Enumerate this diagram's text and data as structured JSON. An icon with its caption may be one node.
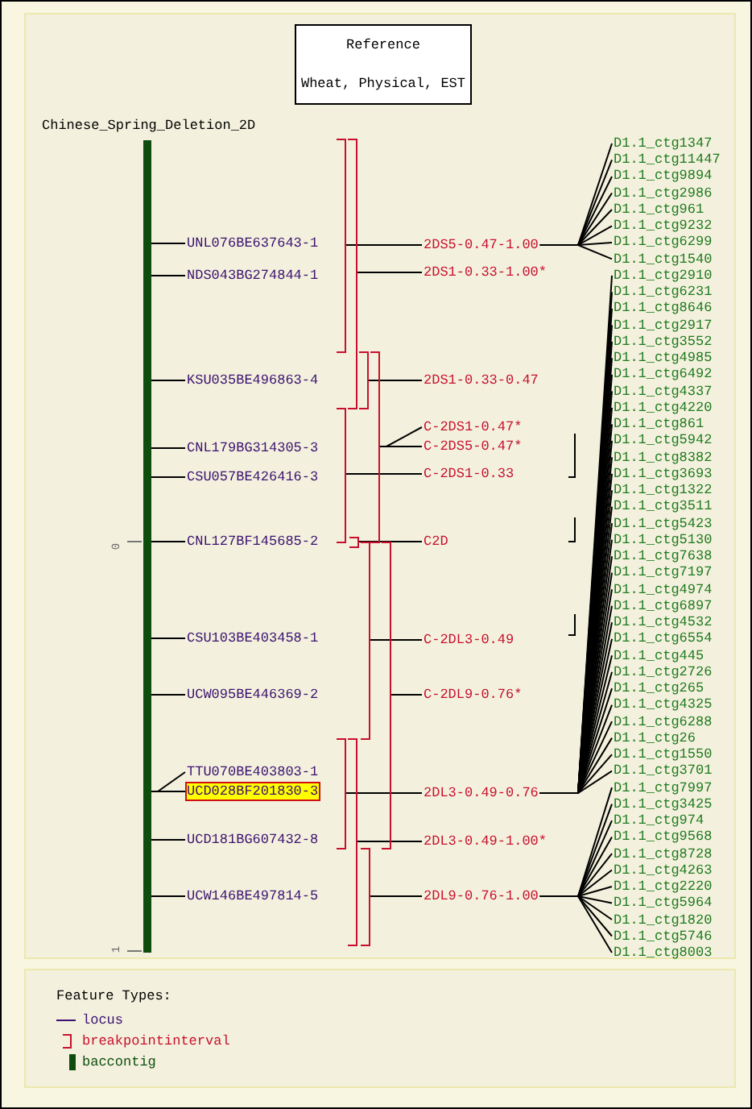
{
  "diagram": {
    "nodes": [
      {
        "text": [
          "Reference",
          "Wheat, Physical, EST"
        ]
      },
      {
        "text": [],
        "shape": "bar",
        "beside": [
          "Chinese_Spring_Deletion_2D"
        ]
      },
      {
        "text": [
          "UNL076BE637643-1"
        ]
      },
      {
        "text": [
          "NDS043BG274844-1"
        ]
      },
      {
        "text": [
          "KSU035BE496863-4"
        ]
      },
      {
        "text": [
          "CNL179BG314305-3"
        ]
      },
      {
        "text": [
          "CSU057BE426416-3"
        ]
      },
      {
        "text": [
          "CNL127BF145685-2"
        ]
      },
      {
        "text": [
          "CSU103BE403458-1"
        ]
      },
      {
        "text": [
          "UCW095BE446369-2"
        ]
      },
      {
        "text": [
          "TTU070BE403803-1"
        ]
      },
      {
        "text": [
          "UCD028BF201830-3"
        ]
      },
      {
        "text": [
          "UCD181BG607432-8"
        ]
      },
      {
        "text": [
          "UCW146BE497814-5"
        ]
      },
      {
        "text": [
          "2DS5-0.47-1.00"
        ]
      },
      {
        "text": [
          "2DS1-0.33-1.00*"
        ]
      },
      {
        "text": [
          "2DS1-0.33-0.47"
        ]
      },
      {
        "text": [
          "C-2DS1-0.47*"
        ]
      },
      {
        "text": [
          "C-2DS5-0.47*"
        ]
      },
      {
        "text": [
          "C-2DS1-0.33"
        ]
      },
      {
        "text": [
          "C2D"
        ]
      },
      {
        "text": [
          "C-2DL3-0.49"
        ]
      },
      {
        "text": [
          "C-2DL9-0.76*"
        ]
      },
      {
        "text": [
          "2DL3-0.49-0.76"
        ]
      },
      {
        "text": [
          "2DL3-0.49-1.00*"
        ]
      },
      {
        "text": [
          "2DL9-0.76-1.00"
        ]
      },
      {
        "text": [
          "D1.1_ctg1347"
        ]
      },
      {
        "text": [
          "D1.1_ctg11447"
        ]
      },
      {
        "text": [
          "D1.1_ctg9894"
        ]
      },
      {
        "text": [
          "D1.1_ctg2986"
        ]
      },
      {
        "text": [
          "D1.1_ctg961"
        ]
      },
      {
        "text": [
          "D1.1_ctg9232"
        ]
      },
      {
        "text": [
          "D1.1_ctg6299"
        ]
      },
      {
        "text": [
          "D1.1_ctg1540"
        ]
      },
      {
        "text": [
          "D1.1_ctg2910"
        ]
      },
      {
        "text": [
          "D1.1_ctg6231"
        ]
      },
      {
        "text": [
          "D1.1_ctg8646"
        ]
      },
      {
        "text": [
          "D1.1_ctg2917"
        ]
      },
      {
        "text": [
          "D1.1_ctg3552"
        ]
      },
      {
        "text": [
          "D1.1_ctg4985"
        ]
      },
      {
        "text": [
          "D1.1_ctg6492"
        ]
      },
      {
        "text": [
          "D1.1_ctg4337"
        ]
      },
      {
        "text": [
          "D1.1_ctg4220"
        ]
      },
      {
        "text": [
          "D1.1_ctg861"
        ]
      },
      {
        "text": [
          "D1.1_ctg5942"
        ]
      },
      {
        "text": [
          "D1.1_ctg8382"
        ]
      },
      {
        "text": [
          "D1.1_ctg3693"
        ]
      },
      {
        "text": [
          "D1.1_ctg1322"
        ]
      },
      {
        "text": [
          "D1.1_ctg3511"
        ]
      },
      {
        "text": [
          "D1.1_ctg5423"
        ]
      },
      {
        "text": [
          "D1.1_ctg5130"
        ]
      },
      {
        "text": [
          "D1.1_ctg7638"
        ]
      },
      {
        "text": [
          "D1.1_ctg7197"
        ]
      },
      {
        "text": [
          "D1.1_ctg4974"
        ]
      },
      {
        "text": [
          "D1.1_ctg6897"
        ]
      },
      {
        "text": [
          "D1.1_ctg4532"
        ]
      },
      {
        "text": [
          "D1.1_ctg6554"
        ]
      },
      {
        "text": [
          "D1.1_ctg445"
        ]
      },
      {
        "text": [
          "D1.1_ctg2726"
        ]
      },
      {
        "text": [
          "D1.1_ctg265"
        ]
      },
      {
        "text": [
          "D1.1_ctg4325"
        ]
      },
      {
        "text": [
          "D1.1_ctg6288"
        ]
      },
      {
        "text": [
          "D1.1_ctg26"
        ]
      },
      {
        "text": [
          "D1.1_ctg1550"
        ]
      },
      {
        "text": [
          "D1.1_ctg3701"
        ]
      },
      {
        "text": [
          "D1.1_ctg7997"
        ]
      },
      {
        "text": [
          "D1.1_ctg3425"
        ]
      },
      {
        "text": [
          "D1.1_ctg974"
        ]
      },
      {
        "text": [
          "D1.1_ctg9568"
        ]
      },
      {
        "text": [
          "D1.1_ctg8728"
        ]
      },
      {
        "text": [
          "D1.1_ctg4263"
        ]
      },
      {
        "text": [
          "D1.1_ctg2220"
        ]
      },
      {
        "text": [
          "D1.1_ctg5964"
        ]
      },
      {
        "text": [
          "D1.1_ctg1820"
        ]
      },
      {
        "text": [
          "D1.1_ctg5746"
        ]
      },
      {
        "text": [
          "D1.1_ctg8003"
        ]
      },
      {
        "text": [],
        "shape": "bracket"
      },
      {
        "text": [],
        "shape": "bracket"
      },
      {
        "text": [],
        "shape": "bracket"
      },
      {
        "text": [],
        "shape": "bracket"
      },
      {
        "text": [],
        "shape": "bracket"
      },
      {
        "text": [],
        "shape": "bracket"
      },
      {
        "text": [],
        "shape": "bracket"
      },
      {
        "text": [],
        "shape": "bracket"
      },
      {
        "text": [],
        "shape": "bracket"
      },
      {
        "text": [],
        "shape": "bracket"
      },
      {
        "text": [],
        "shape": "bracket"
      }
    ],
    "edges": [
      {
        "from": 2,
        "to": 1,
        "arrow": "none"
      },
      {
        "from": 3,
        "to": 1,
        "arrow": "none"
      },
      {
        "from": 4,
        "to": 1,
        "arrow": "none"
      },
      {
        "from": 5,
        "to": 1,
        "arrow": "none"
      },
      {
        "from": 6,
        "to": 1,
        "arrow": "none"
      },
      {
        "from": 7,
        "to": 1,
        "arrow": "none"
      },
      {
        "from": 8,
        "to": 1,
        "arrow": "none"
      },
      {
        "from": 9,
        "to": 1,
        "arrow": "none"
      },
      {
        "from": 10,
        "to": 1,
        "arrow": "none"
      },
      {
        "from": 11,
        "to": 1,
        "arrow": "none"
      },
      {
        "from": 12,
        "to": 1,
        "arrow": "none"
      },
      {
        "from": 13,
        "to": 1,
        "arrow": "none"
      },
      {
        "from": 14,
        "to": 76,
        "arrow": "none"
      },
      {
        "from": 15,
        "to": 77,
        "arrow": "none"
      },
      {
        "from": 16,
        "to": 78,
        "arrow": "none"
      },
      {
        "from": 17,
        "to": 79,
        "arrow": "none"
      },
      {
        "from": 18,
        "to": 79,
        "arrow": "none"
      },
      {
        "from": 19,
        "to": 80,
        "arrow": "none"
      },
      {
        "from": 20,
        "to": 81,
        "arrow": "none"
      },
      {
        "from": 21,
        "to": 82,
        "arrow": "none"
      },
      {
        "from": 22,
        "to": 83,
        "arrow": "none"
      },
      {
        "from": 23,
        "to": 84,
        "arrow": "none"
      },
      {
        "from": 24,
        "to": 85,
        "arrow": "none"
      },
      {
        "from": 25,
        "to": 86,
        "arrow": "none"
      },
      {
        "from": 14,
        "to": 26,
        "arrow": "none"
      },
      {
        "from": 14,
        "to": 27,
        "arrow": "none"
      },
      {
        "from": 14,
        "to": 28,
        "arrow": "none"
      },
      {
        "from": 14,
        "to": 29,
        "arrow": "none"
      },
      {
        "from": 14,
        "to": 30,
        "arrow": "none"
      },
      {
        "from": 14,
        "to": 31,
        "arrow": "none"
      },
      {
        "from": 14,
        "to": 32,
        "arrow": "none"
      },
      {
        "from": 14,
        "to": 33,
        "arrow": "none"
      },
      {
        "from": 23,
        "to": 34,
        "arrow": "none"
      },
      {
        "from": 23,
        "to": 35,
        "arrow": "none"
      },
      {
        "from": 23,
        "to": 36,
        "arrow": "none"
      },
      {
        "from": 23,
        "to": 37,
        "arrow": "none"
      },
      {
        "from": 23,
        "to": 38,
        "arrow": "none"
      },
      {
        "from": 23,
        "to": 39,
        "arrow": "none"
      },
      {
        "from": 23,
        "to": 40,
        "arrow": "none"
      },
      {
        "from": 23,
        "to": 41,
        "arrow": "none"
      },
      {
        "from": 23,
        "to": 42,
        "arrow": "none"
      },
      {
        "from": 23,
        "to": 43,
        "arrow": "none"
      },
      {
        "from": 23,
        "to": 44,
        "arrow": "none"
      },
      {
        "from": 23,
        "to": 45,
        "arrow": "none"
      },
      {
        "from": 23,
        "to": 46,
        "arrow": "none"
      },
      {
        "from": 23,
        "to": 47,
        "arrow": "none"
      },
      {
        "from": 23,
        "to": 48,
        "arrow": "none"
      },
      {
        "from": 23,
        "to": 49,
        "arrow": "none"
      },
      {
        "from": 23,
        "to": 50,
        "arrow": "none"
      },
      {
        "from": 23,
        "to": 51,
        "arrow": "none"
      },
      {
        "from": 23,
        "to": 52,
        "arrow": "none"
      },
      {
        "from": 23,
        "to": 53,
        "arrow": "none"
      },
      {
        "from": 23,
        "to": 54,
        "arrow": "none"
      },
      {
        "from": 23,
        "to": 55,
        "arrow": "none"
      },
      {
        "from": 23,
        "to": 56,
        "arrow": "none"
      },
      {
        "from": 23,
        "to": 57,
        "arrow": "none"
      },
      {
        "from": 23,
        "to": 58,
        "arrow": "none"
      },
      {
        "from": 23,
        "to": 59,
        "arrow": "none"
      },
      {
        "from": 23,
        "to": 60,
        "arrow": "none"
      },
      {
        "from": 23,
        "to": 61,
        "arrow": "none"
      },
      {
        "from": 23,
        "to": 62,
        "arrow": "none"
      },
      {
        "from": 23,
        "to": 63,
        "arrow": "none"
      },
      {
        "from": 23,
        "to": 64,
        "arrow": "none"
      },
      {
        "from": 25,
        "to": 65,
        "arrow": "none"
      },
      {
        "from": 25,
        "to": 66,
        "arrow": "none"
      },
      {
        "from": 25,
        "to": 67,
        "arrow": "none"
      },
      {
        "from": 25,
        "to": 68,
        "arrow": "none"
      },
      {
        "from": 25,
        "to": 69,
        "arrow": "none"
      },
      {
        "from": 25,
        "to": 70,
        "arrow": "none"
      },
      {
        "from": 25,
        "to": 71,
        "arrow": "none"
      },
      {
        "from": 25,
        "to": 72,
        "arrow": "none"
      },
      {
        "from": 25,
        "to": 73,
        "arrow": "none"
      },
      {
        "from": 25,
        "to": 74,
        "arrow": "none"
      },
      {
        "from": 25,
        "to": 75,
        "arrow": "none"
      }
    ],
    "labels": [
      "0",
      "1",
      "Feature Types:"
    ],
    "legend": [
      {
        "text": "locus"
      },
      {
        "text": "breakpointinterval"
      },
      {
        "text": "baccontig"
      }
    ]
  }
}
